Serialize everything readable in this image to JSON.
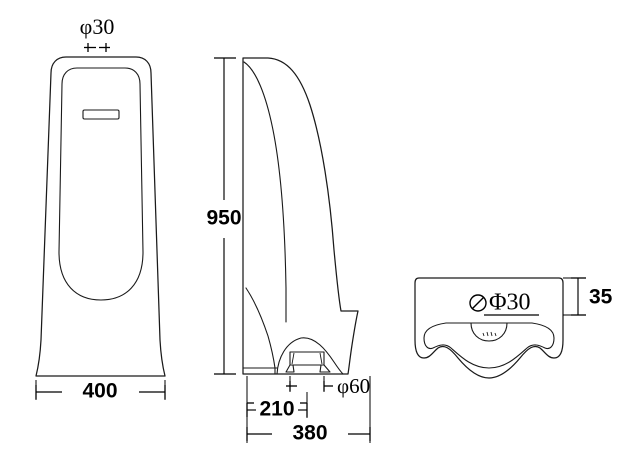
{
  "drawing": {
    "kind": "technical-dimension-drawing",
    "subject": "wall-hung urinal",
    "units": "mm",
    "line_color": "#1a1a1a",
    "background_color": "#ffffff",
    "views": [
      {
        "id": "front",
        "name": "front-elevation"
      },
      {
        "id": "side",
        "name": "side-elevation"
      },
      {
        "id": "top",
        "name": "top-plan-view"
      }
    ]
  },
  "dimensions": {
    "front_top_inlet": "φ30",
    "front_width": "400",
    "side_height": "950",
    "side_outlet": "φ60",
    "side_outlet_offset": "210",
    "side_depth": "380",
    "top_inlet": "Φ30",
    "top_height": "35"
  },
  "symbols": {
    "diameter_circle_slash": "diameter-symbol"
  }
}
